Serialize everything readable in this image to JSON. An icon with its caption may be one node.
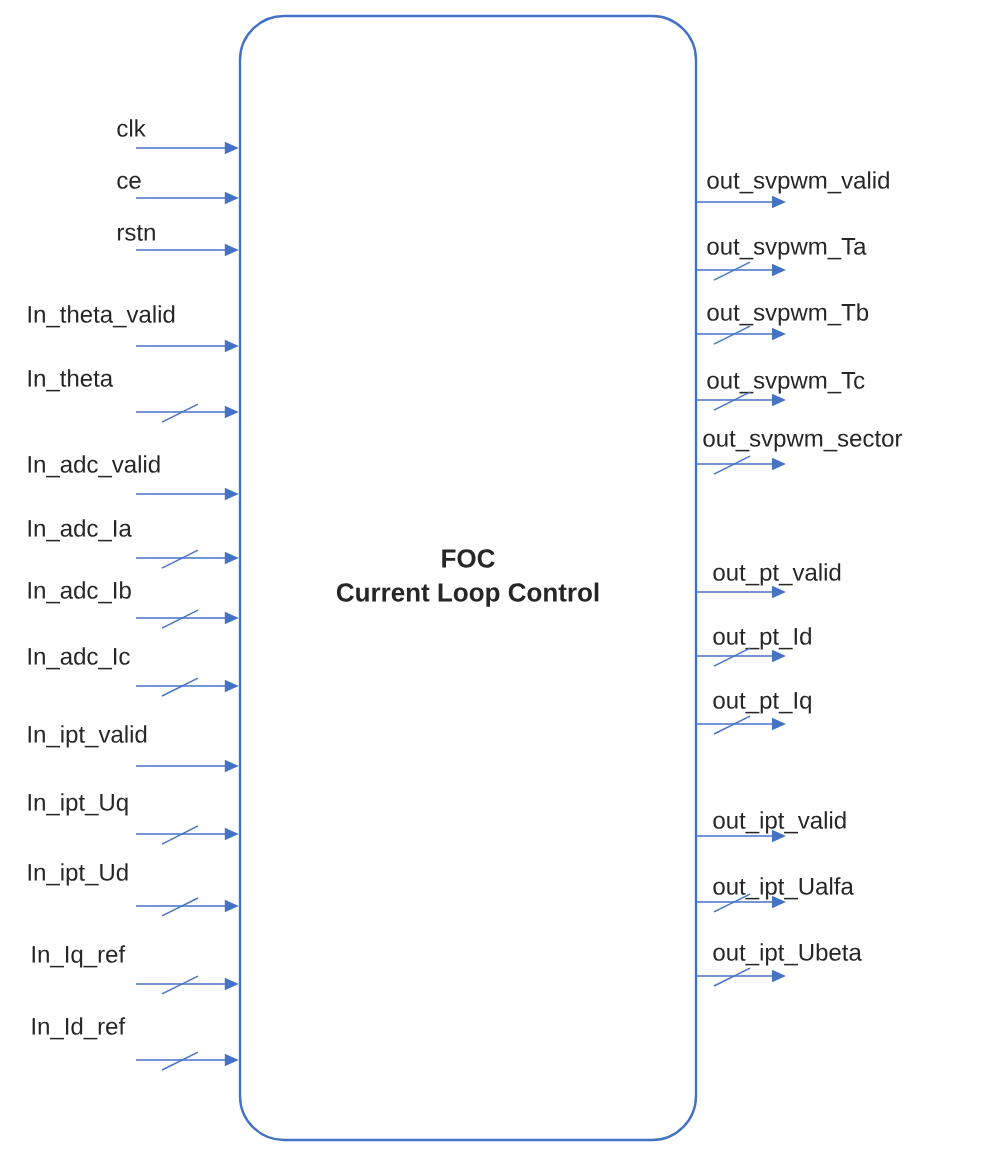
{
  "diagram": {
    "nodes": [
      {
        "text": [
          "FOC",
          "Current Loop Control"
        ]
      },
      {
        "text": [
          "clk"
        ]
      },
      {
        "text": [
          "ce"
        ]
      },
      {
        "text": [
          "rstn"
        ]
      },
      {
        "text": [
          "In_theta_valid"
        ]
      },
      {
        "text": [
          "In_theta"
        ]
      },
      {
        "text": [
          "In_adc_valid"
        ]
      },
      {
        "text": [
          "In_adc_Ia"
        ]
      },
      {
        "text": [
          "In_adc_Ib"
        ]
      },
      {
        "text": [
          "In_adc_Ic"
        ]
      },
      {
        "text": [
          "In_ipt_valid"
        ]
      },
      {
        "text": [
          "In_ipt_Uq"
        ]
      },
      {
        "text": [
          "In_ipt_Ud"
        ]
      },
      {
        "text": [
          "In_Iq_ref"
        ]
      },
      {
        "text": [
          "In_Id_ref"
        ]
      },
      {
        "text": [
          "out_svpwm_valid"
        ]
      },
      {
        "text": [
          "out_svpwm_Ta"
        ]
      },
      {
        "text": [
          "out_svpwm_Tb"
        ]
      },
      {
        "text": [
          "out_svpwm_Tc"
        ]
      },
      {
        "text": [
          "out_svpwm_sector"
        ]
      },
      {
        "text": [
          "out_pt_valid"
        ]
      },
      {
        "text": [
          "out_pt_Id"
        ]
      },
      {
        "text": [
          "out_pt_Iq"
        ]
      },
      {
        "text": [
          "out_ipt_valid"
        ]
      },
      {
        "text": [
          "out_ipt_Ualfa"
        ]
      },
      {
        "text": [
          "out_ipt_Ubeta"
        ]
      }
    ],
    "edges": [
      {
        "from": 1,
        "to": 0,
        "arrow": "to"
      },
      {
        "from": 2,
        "to": 0,
        "arrow": "to"
      },
      {
        "from": 3,
        "to": 0,
        "arrow": "to"
      },
      {
        "from": 4,
        "to": 0,
        "arrow": "to"
      },
      {
        "from": 5,
        "to": 0,
        "arrow": "to"
      },
      {
        "from": 6,
        "to": 0,
        "arrow": "to"
      },
      {
        "from": 7,
        "to": 0,
        "arrow": "to"
      },
      {
        "from": 8,
        "to": 0,
        "arrow": "to"
      },
      {
        "from": 9,
        "to": 0,
        "arrow": "to"
      },
      {
        "from": 10,
        "to": 0,
        "arrow": "to"
      },
      {
        "from": 11,
        "to": 0,
        "arrow": "to"
      },
      {
        "from": 12,
        "to": 0,
        "arrow": "to"
      },
      {
        "from": 13,
        "to": 0,
        "arrow": "to"
      },
      {
        "from": 14,
        "to": 0,
        "arrow": "to"
      },
      {
        "from": 0,
        "to": 15,
        "arrow": "to"
      },
      {
        "from": 0,
        "to": 16,
        "arrow": "to"
      },
      {
        "from": 0,
        "to": 17,
        "arrow": "to"
      },
      {
        "from": 0,
        "to": 18,
        "arrow": "to"
      },
      {
        "from": 0,
        "to": 19,
        "arrow": "to"
      },
      {
        "from": 0,
        "to": 20,
        "arrow": "to"
      },
      {
        "from": 0,
        "to": 21,
        "arrow": "to"
      },
      {
        "from": 0,
        "to": 22,
        "arrow": "to"
      },
      {
        "from": 0,
        "to": 23,
        "arrow": "to"
      },
      {
        "from": 0,
        "to": 24,
        "arrow": "to"
      },
      {
        "from": 0,
        "to": 25,
        "arrow": "to"
      }
    ]
  }
}
